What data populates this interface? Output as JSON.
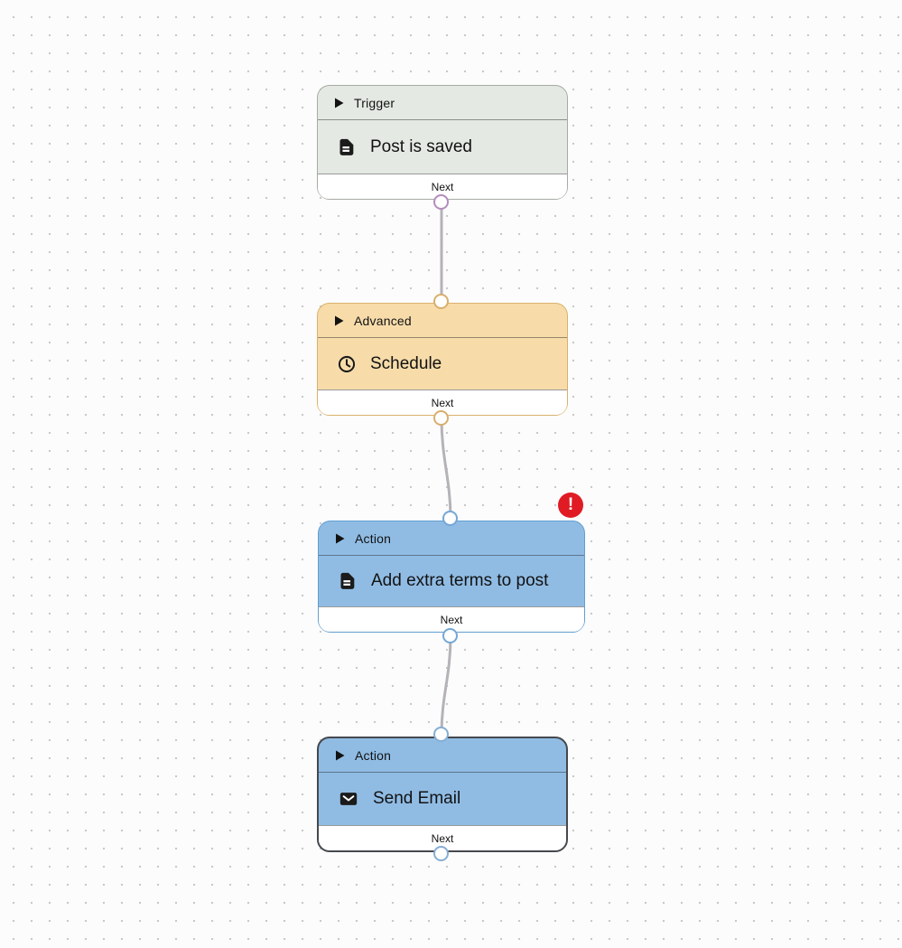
{
  "canvas": {
    "edge_color": "#b5b2b8",
    "background": "#fcfcfc",
    "dot_color": "#c9c9c9"
  },
  "nodes": [
    {
      "category": "Trigger",
      "title": "Post is saved",
      "icon": "document-icon",
      "footer_label": "Next",
      "has_error": false,
      "colors": {
        "bg": "#e4e9e3",
        "border": "#a6aca4",
        "port": "#b48bbd"
      }
    },
    {
      "category": "Advanced",
      "title": "Schedule",
      "icon": "clock-icon",
      "footer_label": "Next",
      "has_error": false,
      "colors": {
        "bg": "#f7dcaa",
        "border": "#d9b26b",
        "port": "#d9ae6e"
      }
    },
    {
      "category": "Action",
      "title": "Add extra terms to post",
      "icon": "document-icon",
      "footer_label": "Next",
      "has_error": true,
      "colors": {
        "bg": "#90bce4",
        "border": "#639ed0",
        "port": "#74a7d7"
      }
    },
    {
      "category": "Action",
      "title": "Send Email",
      "icon": "mail-icon",
      "footer_label": "Next",
      "has_error": false,
      "colors": {
        "bg": "#90bce4",
        "border": "#45484d",
        "port": "#85aed4"
      }
    }
  ],
  "error_badge": {
    "symbol": "!",
    "color": "#e01b24"
  }
}
